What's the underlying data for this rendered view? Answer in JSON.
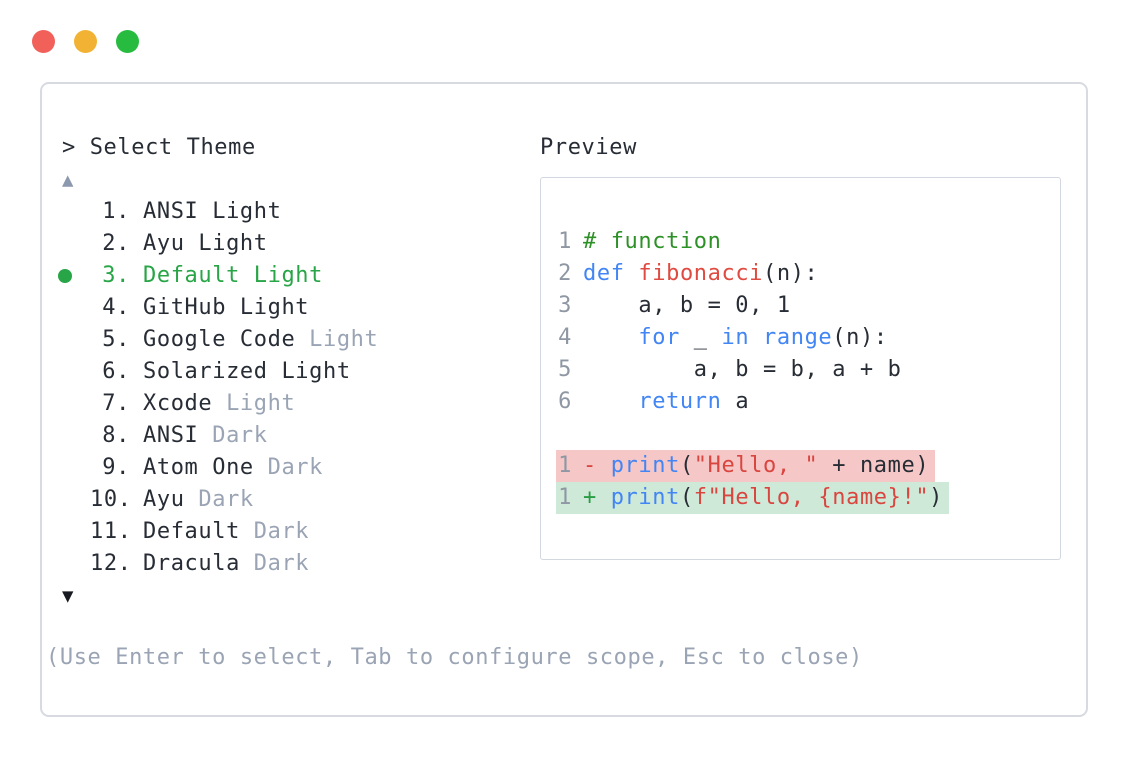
{
  "window": {
    "traffic_lights": [
      {
        "name": "close",
        "color": "#f2605a"
      },
      {
        "name": "minimize",
        "color": "#f2b233"
      },
      {
        "name": "maximize",
        "color": "#27bb40"
      }
    ]
  },
  "prompt": {
    "text": "> Select Theme"
  },
  "theme_list": {
    "scroll_up_icon": "▲",
    "scroll_down_icon": "▼",
    "items": [
      {
        "number": "1.",
        "name": "ANSI Light",
        "variant": "",
        "selected": false
      },
      {
        "number": "2.",
        "name": "Ayu Light",
        "variant": "",
        "selected": false
      },
      {
        "number": "3.",
        "name": "Default Light",
        "variant": "",
        "selected": true
      },
      {
        "number": "4.",
        "name": "GitHub Light",
        "variant": "",
        "selected": false
      },
      {
        "number": "5.",
        "name": "Google Code",
        "variant": "Light",
        "selected": false
      },
      {
        "number": "6.",
        "name": "Solarized Light",
        "variant": "",
        "selected": false
      },
      {
        "number": "7.",
        "name": "Xcode",
        "variant": "Light",
        "selected": false
      },
      {
        "number": "8.",
        "name": "ANSI",
        "variant": "Dark",
        "selected": false
      },
      {
        "number": "9.",
        "name": "Atom One",
        "variant": "Dark",
        "selected": false
      },
      {
        "number": "10.",
        "name": "Ayu",
        "variant": "Dark",
        "selected": false
      },
      {
        "number": "11.",
        "name": "Default",
        "variant": "Dark",
        "selected": false
      },
      {
        "number": "12.",
        "name": "Dracula",
        "variant": "Dark",
        "selected": false
      }
    ]
  },
  "preview": {
    "title": "Preview",
    "code_lines": [
      {
        "ln": "1",
        "tokens": [
          {
            "t": "# function",
            "c": "comment"
          }
        ]
      },
      {
        "ln": "2",
        "tokens": [
          {
            "t": "def",
            "c": "keyword"
          },
          {
            "t": " ",
            "c": "plain"
          },
          {
            "t": "fibonacci",
            "c": "function"
          },
          {
            "t": "(n):",
            "c": "plain"
          }
        ]
      },
      {
        "ln": "3",
        "tokens": [
          {
            "t": "    a, b = 0, 1",
            "c": "plain"
          }
        ]
      },
      {
        "ln": "4",
        "tokens": [
          {
            "t": "    ",
            "c": "plain"
          },
          {
            "t": "for",
            "c": "keyword"
          },
          {
            "t": " _ ",
            "c": "plain"
          },
          {
            "t": "in",
            "c": "keyword"
          },
          {
            "t": " ",
            "c": "plain"
          },
          {
            "t": "range",
            "c": "keyword"
          },
          {
            "t": "(n):",
            "c": "plain"
          }
        ]
      },
      {
        "ln": "5",
        "tokens": [
          {
            "t": "        a, b = b, a + b",
            "c": "plain"
          }
        ]
      },
      {
        "ln": "6",
        "tokens": [
          {
            "t": "    ",
            "c": "plain"
          },
          {
            "t": "return",
            "c": "keyword"
          },
          {
            "t": " a",
            "c": "plain"
          }
        ]
      },
      {
        "ln": "",
        "tokens": []
      },
      {
        "ln": "1",
        "diff": "removed",
        "tokens": [
          {
            "t": "- ",
            "c": "diff-minus"
          },
          {
            "t": "print",
            "c": "keyword"
          },
          {
            "t": "(",
            "c": "plain"
          },
          {
            "t": "\"Hello, \"",
            "c": "string"
          },
          {
            "t": " + name)",
            "c": "plain"
          }
        ]
      },
      {
        "ln": "1",
        "diff": "added",
        "tokens": [
          {
            "t": "+ ",
            "c": "diff-plus"
          },
          {
            "t": "print",
            "c": "keyword"
          },
          {
            "t": "(",
            "c": "plain"
          },
          {
            "t": "f\"Hello, {name}!\"",
            "c": "string"
          },
          {
            "t": ")",
            "c": "plain"
          }
        ]
      }
    ]
  },
  "footer": {
    "help_text": "(Use Enter to select, Tab to configure scope, Esc to close)"
  },
  "colors": {
    "selection_green": "#28a546",
    "muted_gray": "#9aa4b4",
    "text_dark": "#272c35",
    "keyword_blue": "#4285f4",
    "comment_green": "#2e9127",
    "string_red": "#d9453f",
    "function_red": "#df4b40",
    "diff_removed_bg": "#f6c7c7",
    "diff_added_bg": "#cfe9d8",
    "line_number_gray": "#8e97a3",
    "border_gray": "#d7dae1",
    "traffic_red": "#f2605a",
    "traffic_yellow": "#f2b233",
    "traffic_green": "#27bb40",
    "scroll_up_gray": "#8b98ae",
    "scroll_down_dark": "#171b21"
  }
}
